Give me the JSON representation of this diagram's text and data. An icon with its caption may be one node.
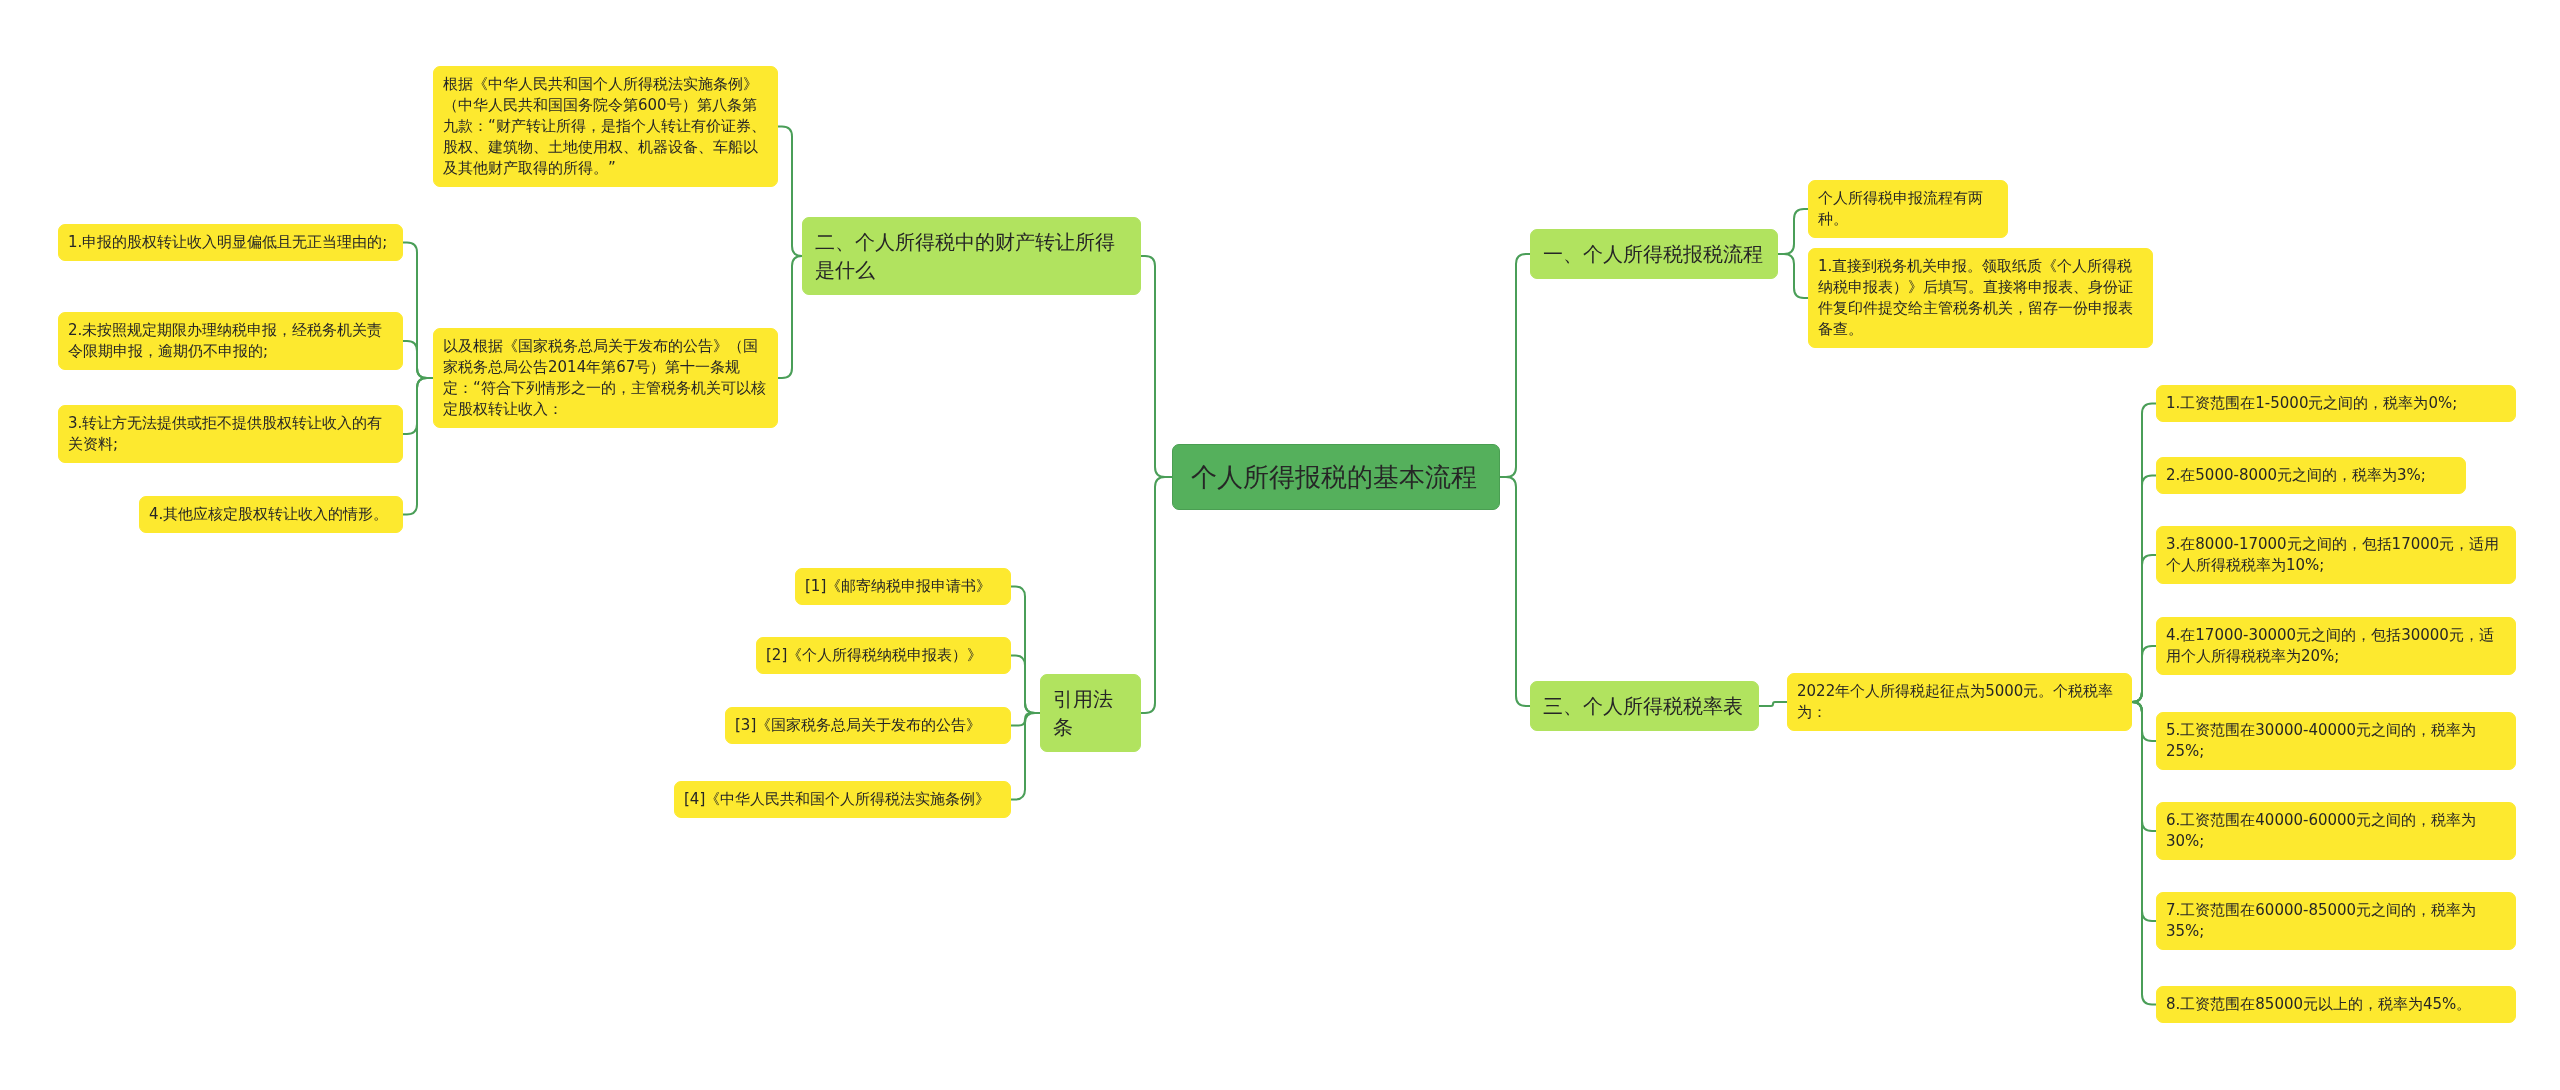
{
  "diagram": {
    "nodes": [
      {
        "text": [
          "个人所得报税的基本流程"
        ]
      },
      {
        "text": [
          "二、个人所得税中的财产转让所得是什么"
        ]
      },
      {
        "text": [
          "根据《中华人民共和国个人所得税法实施条例》（中华人民共和国国务院令第600号）第八条第九款：“财产转让所得，是指个人转让有价证券、股权、建筑物、土地使用权、机器设备、车船以及其他财产取得的所得。”"
        ]
      },
      {
        "text": [
          "以及根据《国家税务总局关于发布的公告》（国家税务总局公告2014年第67号）第十一条规定：“符合下列情形之一的，主管税务机关可以核定股权转让收入："
        ]
      },
      {
        "text": [
          "1.申报的股权转让收入明显偏低且无正当理由的;"
        ]
      },
      {
        "text": [
          "2.未按照规定期限办理纳税申报，经税务机关责令限期申报，逾期仍不申报的;"
        ]
      },
      {
        "text": [
          "3.转让方无法提供或拒不提供股权转让收入的有关资料;"
        ]
      },
      {
        "text": [
          "4.其他应核定股权转让收入的情形。"
        ]
      },
      {
        "text": [
          "引用法条"
        ]
      },
      {
        "text": [
          "[1]《邮寄纳税申报申请书》"
        ]
      },
      {
        "text": [
          "[2]《个人所得税纳税申报表）》"
        ]
      },
      {
        "text": [
          "[3]《国家税务总局关于发布的公告》"
        ]
      },
      {
        "text": [
          "[4]《中华人民共和国个人所得税法实施条例》"
        ]
      },
      {
        "text": [
          "一、个人所得税报税流程"
        ]
      },
      {
        "text": [
          "个人所得税申报流程有两种。"
        ]
      },
      {
        "text": [
          "1.直接到税务机关申报。领取纸质《个人所得税纳税申报表）》后填写。直接将申报表、身份证件复印件提交给主管税务机关，留存一份申报表备查。"
        ]
      },
      {
        "text": [
          "三、个人所得税税率表"
        ]
      },
      {
        "text": [
          "2022年个人所得税起征点为5000元。个税税率为："
        ]
      },
      {
        "text": [
          "1.工资范围在1-5000元之间的，税率为0%;"
        ]
      },
      {
        "text": [
          "2.在5000-8000元之间的，税率为3%;"
        ]
      },
      {
        "text": [
          "3.在8000-17000元之间的，包括17000元，适用个人所得税税率为10%;"
        ]
      },
      {
        "text": [
          "4.在17000-30000元之间的，包括30000元，适用个人所得税税率为20%;"
        ]
      },
      {
        "text": [
          "5.工资范围在30000-40000元之间的，税率为25%;"
        ]
      },
      {
        "text": [
          "6.工资范围在40000-60000元之间的，税率为30%;"
        ]
      },
      {
        "text": [
          "7.工资范围在60000-85000元之间的，税率为35%;"
        ]
      },
      {
        "text": [
          "8.工资范围在85000元以上的，税率为45%。"
        ]
      }
    ],
    "edges": [
      {
        "from": 0,
        "to": 1,
        "arrow": "none"
      },
      {
        "from": 1,
        "to": 2,
        "arrow": "none"
      },
      {
        "from": 1,
        "to": 3,
        "arrow": "none"
      },
      {
        "from": 3,
        "to": 4,
        "arrow": "none"
      },
      {
        "from": 3,
        "to": 5,
        "arrow": "none"
      },
      {
        "from": 3,
        "to": 6,
        "arrow": "none"
      },
      {
        "from": 3,
        "to": 7,
        "arrow": "none"
      },
      {
        "from": 0,
        "to": 8,
        "arrow": "none"
      },
      {
        "from": 8,
        "to": 9,
        "arrow": "none"
      },
      {
        "from": 8,
        "to": 10,
        "arrow": "none"
      },
      {
        "from": 8,
        "to": 11,
        "arrow": "none"
      },
      {
        "from": 8,
        "to": 12,
        "arrow": "none"
      },
      {
        "from": 0,
        "to": 13,
        "arrow": "none"
      },
      {
        "from": 13,
        "to": 14,
        "arrow": "none"
      },
      {
        "from": 13,
        "to": 15,
        "arrow": "none"
      },
      {
        "from": 0,
        "to": 16,
        "arrow": "none"
      },
      {
        "from": 16,
        "to": 17,
        "arrow": "none"
      },
      {
        "from": 17,
        "to": 18,
        "arrow": "none"
      },
      {
        "from": 17,
        "to": 19,
        "arrow": "none"
      },
      {
        "from": 17,
        "to": 20,
        "arrow": "none"
      },
      {
        "from": 17,
        "to": 21,
        "arrow": "none"
      },
      {
        "from": 17,
        "to": 22,
        "arrow": "none"
      },
      {
        "from": 17,
        "to": 23,
        "arrow": "none"
      },
      {
        "from": 17,
        "to": 24,
        "arrow": "none"
      },
      {
        "from": 17,
        "to": 25,
        "arrow": "none"
      }
    ]
  }
}
